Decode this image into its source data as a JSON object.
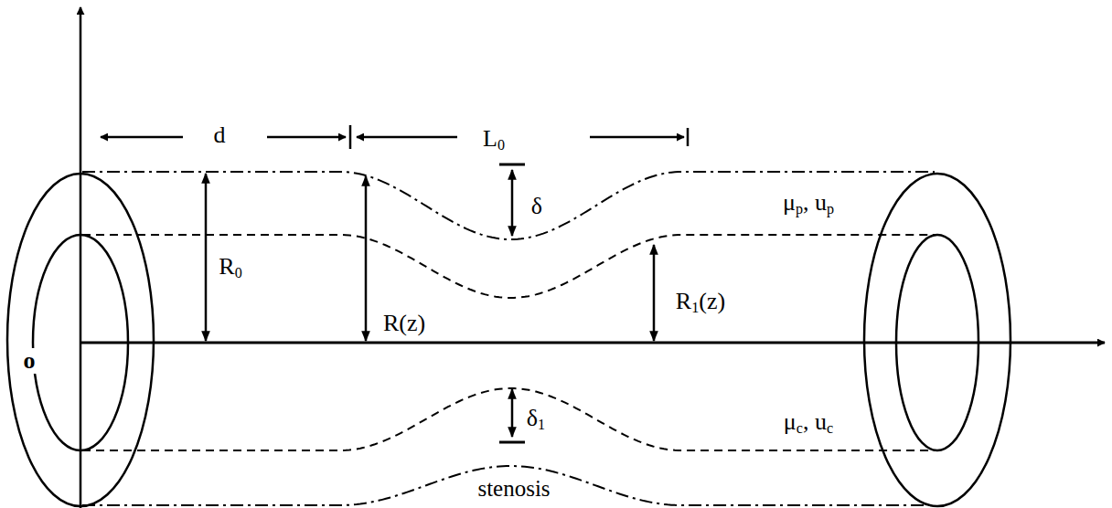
{
  "diagram": {
    "labels": [
      "d",
      "L0",
      "δ",
      "R0",
      "R(z)",
      "R1(z)",
      "μp, up",
      "o",
      "μc, uc",
      "δ1",
      "stenosis"
    ]
  }
}
